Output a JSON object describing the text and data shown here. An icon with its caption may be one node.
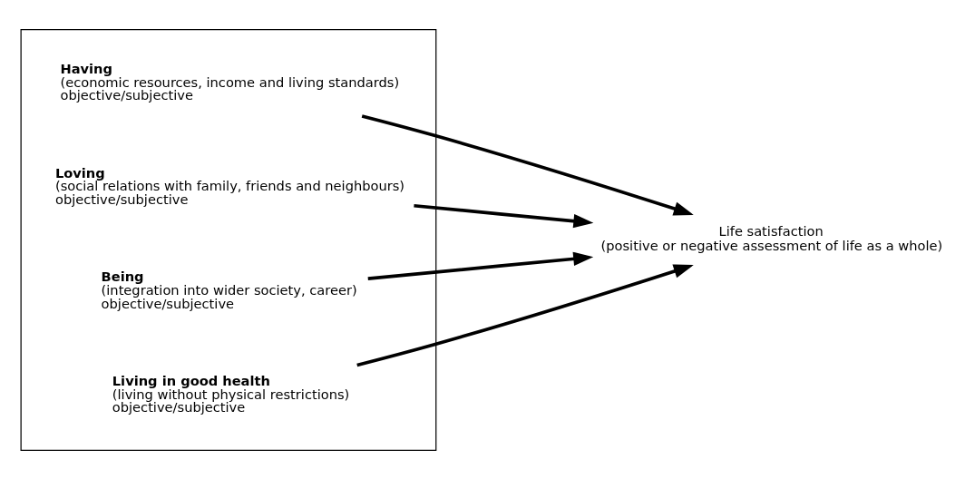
{
  "diagram": {
    "nodes": [
      {
        "text": [],
        "shape": "box"
      },
      {
        "text": [
          "Having",
          "(economic resources, income and living standards)",
          "objective/subjective"
        ],
        "in": 0
      },
      {
        "text": [
          "Loving",
          "(social relations with family, friends and neighbours)",
          "objective/subjective"
        ],
        "in": 0
      },
      {
        "text": [
          "Being",
          "(integration into wider society, career)",
          "objective/subjective"
        ],
        "in": 0
      },
      {
        "text": [
          "Living in good health",
          "(living without physical restrictions)",
          "objective/subjective"
        ],
        "in": 0
      },
      {
        "text": [
          "Life satisfaction",
          "(positive or negative assessment of life as a whole)"
        ]
      }
    ],
    "edges": [
      {
        "from": 1,
        "to": 5,
        "arrow": "to"
      },
      {
        "from": 2,
        "to": 5,
        "arrow": "to"
      },
      {
        "from": 3,
        "to": 5,
        "arrow": "to"
      },
      {
        "from": 4,
        "to": 5,
        "arrow": "to"
      }
    ]
  }
}
